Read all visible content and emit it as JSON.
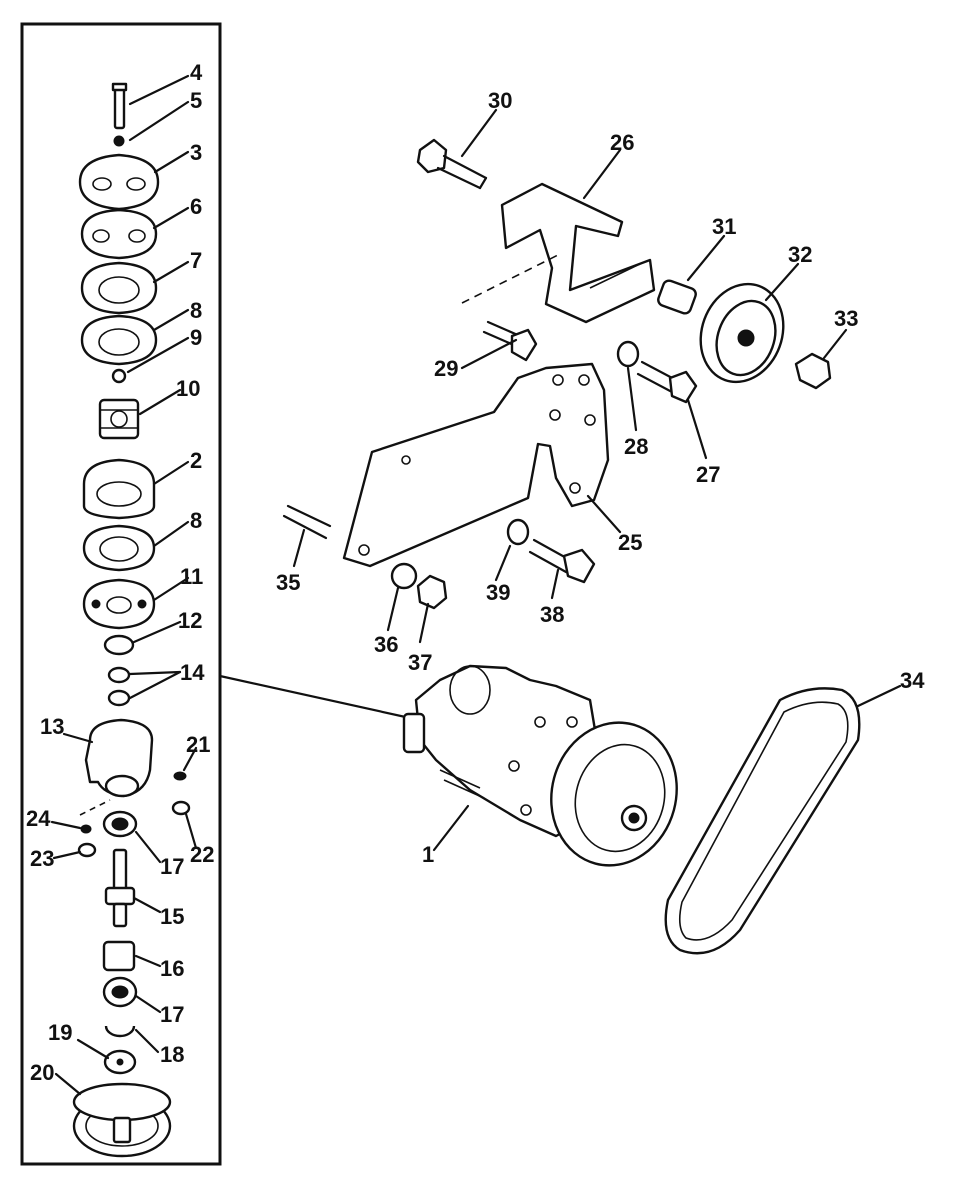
{
  "callouts": [
    {
      "id": "1",
      "text": "1"
    },
    {
      "id": "2",
      "text": "2"
    },
    {
      "id": "3",
      "text": "3"
    },
    {
      "id": "4",
      "text": "4"
    },
    {
      "id": "5",
      "text": "5"
    },
    {
      "id": "6",
      "text": "6"
    },
    {
      "id": "7",
      "text": "7"
    },
    {
      "id": "8a",
      "text": "8"
    },
    {
      "id": "8b",
      "text": "8"
    },
    {
      "id": "9",
      "text": "9"
    },
    {
      "id": "10",
      "text": "10"
    },
    {
      "id": "11",
      "text": "11"
    },
    {
      "id": "12",
      "text": "12"
    },
    {
      "id": "13",
      "text": "13"
    },
    {
      "id": "14",
      "text": "14"
    },
    {
      "id": "15",
      "text": "15"
    },
    {
      "id": "16",
      "text": "16"
    },
    {
      "id": "17a",
      "text": "17"
    },
    {
      "id": "17b",
      "text": "17"
    },
    {
      "id": "18",
      "text": "18"
    },
    {
      "id": "19",
      "text": "19"
    },
    {
      "id": "20",
      "text": "20"
    },
    {
      "id": "21",
      "text": "21"
    },
    {
      "id": "22",
      "text": "22"
    },
    {
      "id": "23",
      "text": "23"
    },
    {
      "id": "24",
      "text": "24"
    },
    {
      "id": "25",
      "text": "25"
    },
    {
      "id": "26",
      "text": "26"
    },
    {
      "id": "27",
      "text": "27"
    },
    {
      "id": "28",
      "text": "28"
    },
    {
      "id": "29",
      "text": "29"
    },
    {
      "id": "30",
      "text": "30"
    },
    {
      "id": "31",
      "text": "31"
    },
    {
      "id": "32",
      "text": "32"
    },
    {
      "id": "33",
      "text": "33"
    },
    {
      "id": "34",
      "text": "34"
    },
    {
      "id": "35",
      "text": "35"
    },
    {
      "id": "36",
      "text": "36"
    },
    {
      "id": "37",
      "text": "37"
    },
    {
      "id": "38",
      "text": "38"
    },
    {
      "id": "39",
      "text": "39"
    }
  ]
}
